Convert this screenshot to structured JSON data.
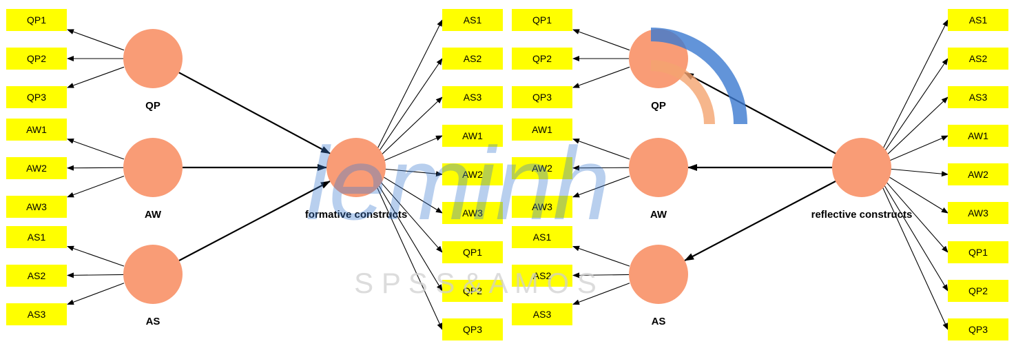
{
  "watermark": {
    "brand": "leminh",
    "tagline": "S P S S & A M O S"
  },
  "colors": {
    "indicator_fill": "#ffff00",
    "construct_fill": "#f99c76",
    "arrow": "#000000",
    "watermark_blue": "#3c7ad0",
    "watermark_orange": "#f5a470",
    "tagline_gray": "#cfcfcf"
  },
  "diagrams": [
    {
      "id": "formative",
      "left": {
        "constructs": [
          {
            "label": "QP",
            "indicators": [
              "QP1",
              "QP2",
              "QP3"
            ]
          },
          {
            "label": "AW",
            "indicators": [
              "AW1",
              "AW2",
              "AW3"
            ]
          },
          {
            "label": "AS",
            "indicators": [
              "AS1",
              "AS2",
              "AS3"
            ]
          }
        ]
      },
      "target": {
        "label": "formative constructs"
      },
      "right_indicators": [
        "AS1",
        "AS2",
        "AS3",
        "AW1",
        "AW2",
        "AW3",
        "QP1",
        "QP2",
        "QP3"
      ]
    },
    {
      "id": "reflective",
      "left": {
        "constructs": [
          {
            "label": "QP",
            "indicators": [
              "QP1",
              "QP2",
              "QP3"
            ]
          },
          {
            "label": "AW",
            "indicators": [
              "AW1",
              "AW2",
              "AW3"
            ]
          },
          {
            "label": "AS",
            "indicators": [
              "AS1",
              "AS2",
              "AS3"
            ]
          }
        ]
      },
      "target": {
        "label": "reflective constructs"
      },
      "right_indicators": [
        "AS1",
        "AS2",
        "AS3",
        "AW1",
        "AW2",
        "AW3",
        "QP1",
        "QP2",
        "QP3"
      ]
    }
  ]
}
